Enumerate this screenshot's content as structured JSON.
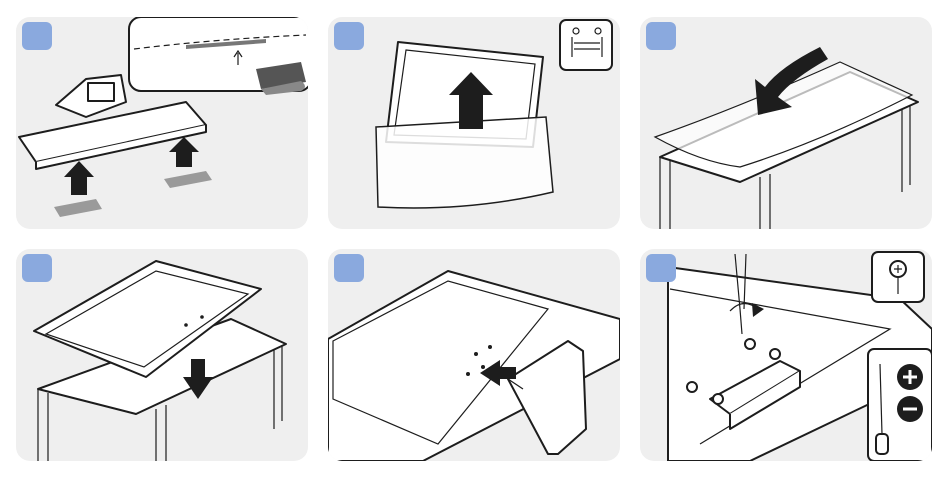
{
  "steps": [
    {
      "id": 1,
      "content": "stand-with-protective-pads"
    },
    {
      "id": 2,
      "content": "remove-tv-from-bag",
      "badge_icon": "two-people-carry-icon"
    },
    {
      "id": 3,
      "content": "cover-table-with-sheet"
    },
    {
      "id": 4,
      "content": "place-tv-face-down"
    },
    {
      "id": 5,
      "content": "insert-stand-neck"
    },
    {
      "id": 6,
      "content": "screw-stand",
      "badge_icon": "screw-icon",
      "tool_icons": [
        "plus-icon",
        "minus-icon"
      ]
    }
  ],
  "colors": {
    "panel_bg": "#efefef",
    "badge": "#8aa9de",
    "line": "#1d1d1d",
    "pad": "#9a9a9a"
  }
}
